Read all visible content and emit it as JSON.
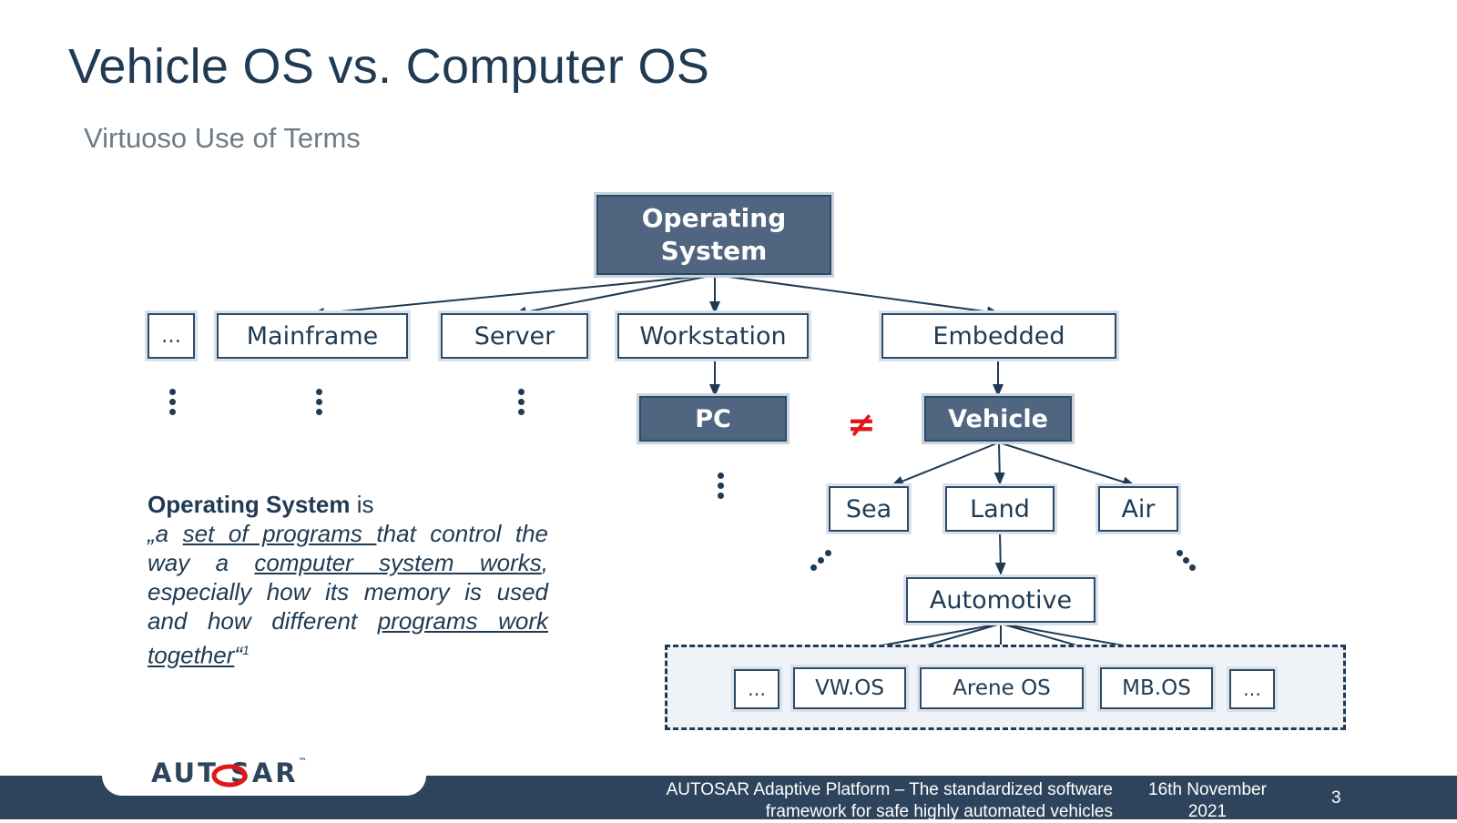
{
  "slide": {
    "title": "Vehicle OS vs. Computer OS",
    "subtitle": "Virtuoso Use of Terms"
  },
  "diagram": {
    "root": "Operating System",
    "level1": [
      "…",
      "Mainframe",
      "Server",
      "Workstation",
      "Embedded"
    ],
    "pc": "PC",
    "vehicle": "Vehicle",
    "not_equal": "≠",
    "domains": [
      "Sea",
      "Land",
      "Air"
    ],
    "automotive": "Automotive",
    "vehicle_os": [
      "…",
      "VW.OS",
      "Arene OS",
      "MB.OS",
      "…"
    ]
  },
  "definition": {
    "term": "Operating System",
    "is": " is",
    "quote_open": "„a ",
    "link1": "set of programs ",
    "text1": "that control the way a ",
    "link2": "computer system works",
    "text2": ", especially how its memory is used and how different ",
    "link3": "programs work together",
    "quote_close": "“",
    "footnote": "1"
  },
  "footer": {
    "logo": "AUT SAR",
    "logo_tm": "™",
    "caption_line1": "AUTOSAR Adaptive Platform – The standardized software",
    "caption_line2": "framework for safe highly automated vehicles",
    "date_line1": "16th November",
    "date_line2": "2021",
    "page": "3"
  },
  "colors": {
    "dark_box": "#506680",
    "text": "#1f3a52",
    "accent_red": "#e0161b",
    "footer": "#2e445c"
  }
}
